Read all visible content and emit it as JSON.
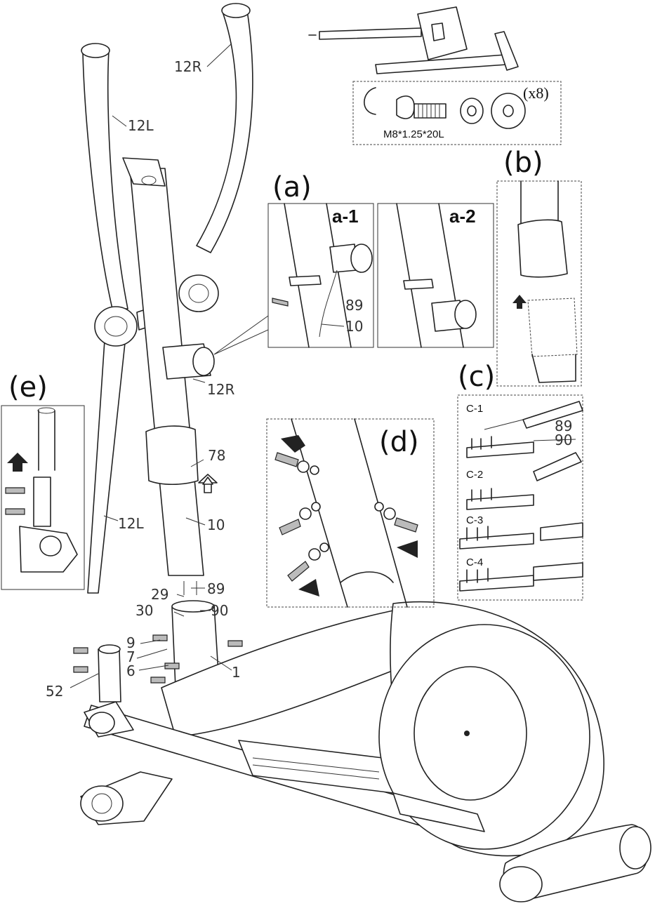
{
  "panels": {
    "a": "(a)",
    "a1": "a-1",
    "a2": "a-2",
    "b": "(b)",
    "c": "(c)",
    "d": "(d)",
    "e": "(e)"
  },
  "hardware": {
    "spec": "M8*1.25*20L",
    "quantity": "(x8)"
  },
  "parts": {
    "p12R_top": "12R",
    "p12L_top": "12L",
    "p12R_mid": "12R",
    "p12L_bottom": "12L",
    "p78": "78",
    "p10": "10",
    "p29": "29",
    "p89": "89",
    "p30": "30",
    "p90": "90",
    "p9": "9",
    "p7": "7",
    "p6": "6",
    "p1": "1",
    "p52": "52",
    "a1_89": "89",
    "a1_10": "10"
  },
  "steps_c": {
    "c1": "C-1",
    "c2": "C-2",
    "c3": "C-3",
    "c4": "C-4",
    "c1_89": "89",
    "c1_90": "90"
  }
}
